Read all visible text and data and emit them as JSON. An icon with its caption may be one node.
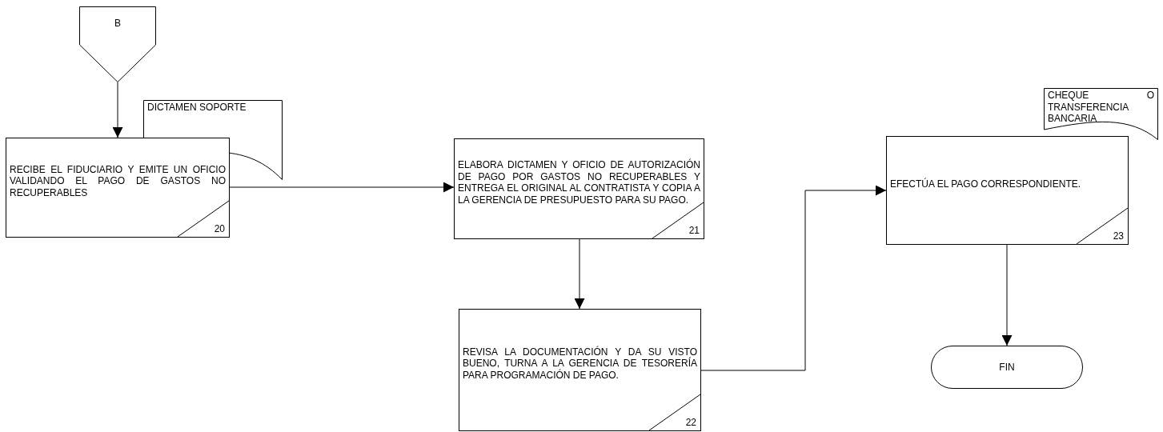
{
  "diagram": {
    "nodes": [
      {
        "text": [
          "B"
        ]
      },
      {
        "text": [
          "DICTAMEN SOPORTE"
        ]
      },
      {
        "text": [
          "RECIBE EL FIDUCIARIO Y EMITE UN OFICIO VALIDANDO EL PAGO DE GASTOS NO RECUPERABLES",
          "20"
        ]
      },
      {
        "text": [
          "ELABORA DICTAMEN Y OFICIO DE AUTORIZACIÓN DE PAGO POR GASTOS NO RECUPERABLES Y ENTREGA EL ORIGINAL AL CONTRATISTA Y COPIA A LA GERENCIA DE PRESUPUESTO PARA SU PAGO.",
          "21"
        ]
      },
      {
        "text": [
          "REVISA LA DOCUMENTACIÓN Y DA SU VISTO BUENO, TURNA A LA GERENCIA DE TESORERÍA PARA PROGRAMACIÓN DE PAGO.",
          "22"
        ]
      },
      {
        "text": [
          "CHEQUE O TRANSFERENCIA BANCARIA"
        ]
      },
      {
        "text": [
          "EFECTÚA EL PAGO CORRESPONDIENTE.",
          "23"
        ]
      },
      {
        "text": [
          "FIN"
        ]
      }
    ],
    "edges": [
      {
        "from": 0,
        "to": 2,
        "arrow": "to"
      },
      {
        "from": 2,
        "to": 3,
        "arrow": "to"
      },
      {
        "from": 3,
        "to": 4,
        "arrow": "to"
      },
      {
        "from": 4,
        "to": 6,
        "arrow": "to"
      },
      {
        "from": 6,
        "to": 7,
        "arrow": "to"
      }
    ]
  }
}
